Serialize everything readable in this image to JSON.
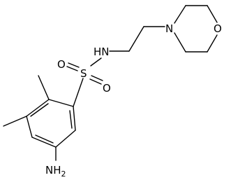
{
  "molecule": {
    "atoms": {
      "sulfur": "S",
      "sulfonyl_oxygen_1": "O",
      "sulfonyl_oxygen_2": "O",
      "sulfonamide_nh": "HN",
      "morpholine_nitrogen": "N",
      "morpholine_oxygen": "O",
      "amine": {
        "element": "NH",
        "subscript": "2"
      }
    }
  }
}
